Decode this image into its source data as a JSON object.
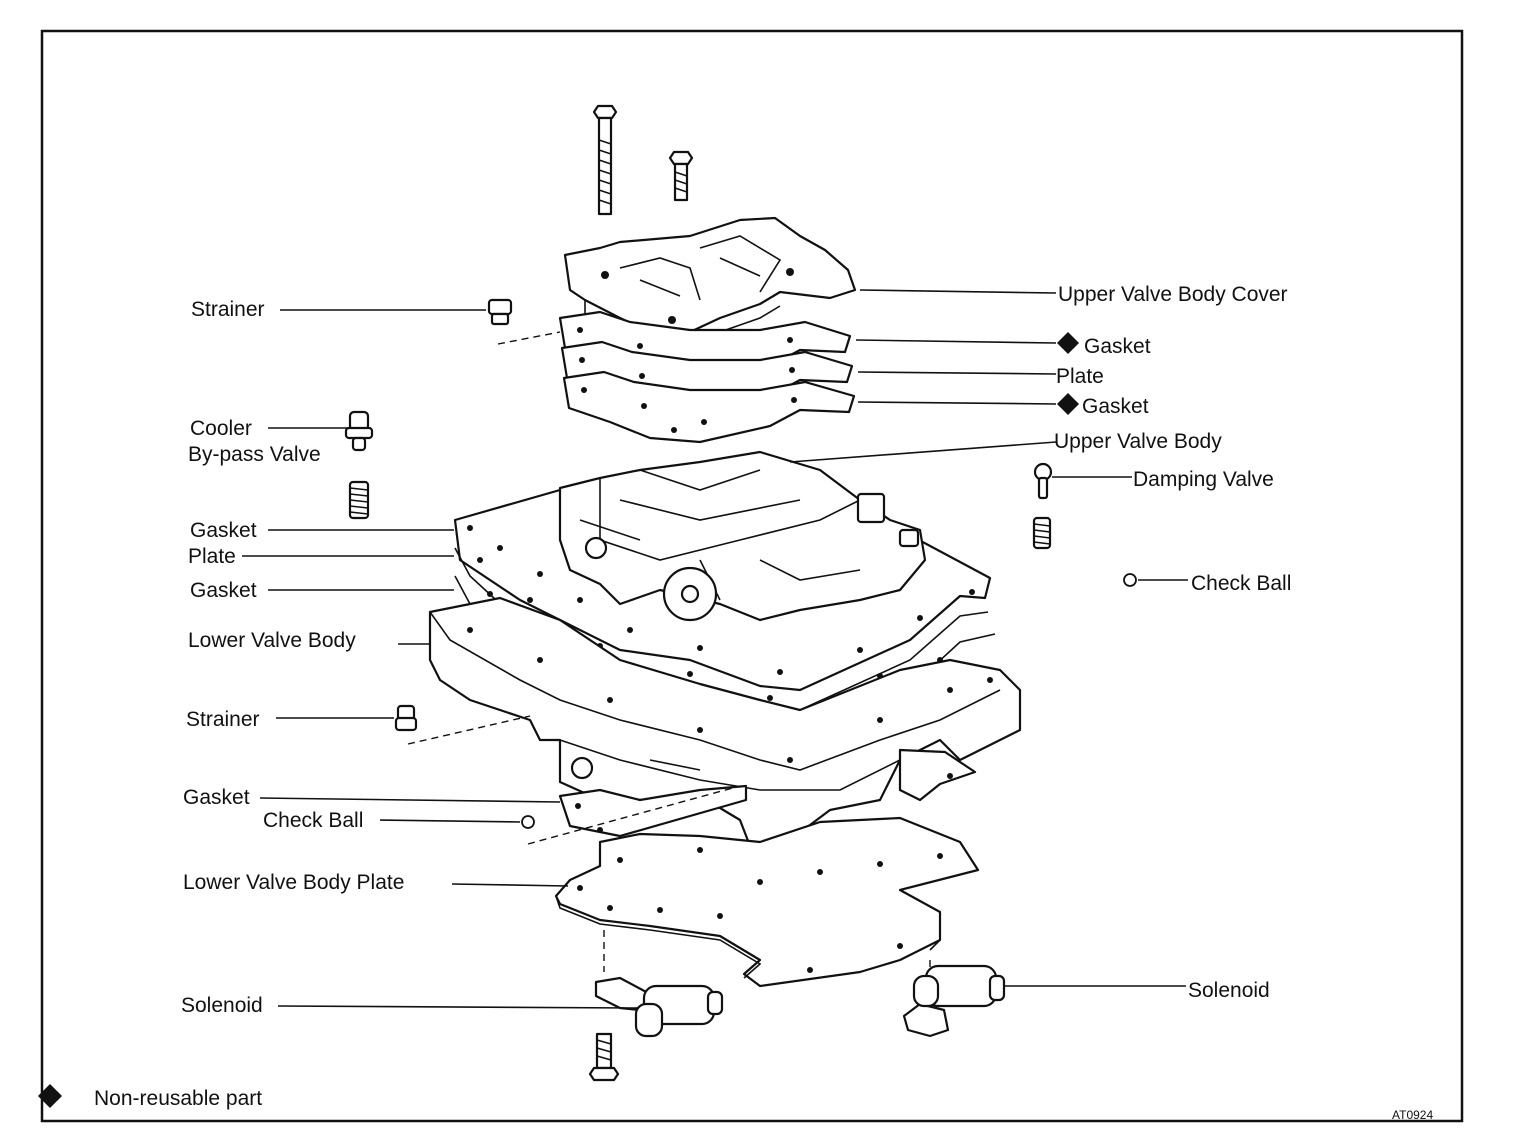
{
  "labels": {
    "strainer_top": "Strainer",
    "upper_valve_body_cover": "Upper Valve Body Cover",
    "gasket_1": "Gasket",
    "plate_1": "Plate",
    "gasket_2": "Gasket",
    "cooler_bypass_valve_line1": "Cooler",
    "cooler_bypass_valve_line2": "By-pass Valve",
    "upper_valve_body": "Upper Valve Body",
    "damping_valve": "Damping Valve",
    "gasket_3": "Gasket",
    "plate_2": "Plate",
    "gasket_4": "Gasket",
    "check_ball_right": "Check Ball",
    "lower_valve_body": "Lower Valve Body",
    "strainer_bottom": "Strainer",
    "gasket_5": "Gasket",
    "check_ball_left": "Check Ball",
    "lower_valve_body_plate": "Lower Valve Body Plate",
    "solenoid_left": "Solenoid",
    "solenoid_right": "Solenoid"
  },
  "legend": {
    "symbol": "diamond",
    "text": "Non-reusable part"
  },
  "figure_code": "AT0924"
}
